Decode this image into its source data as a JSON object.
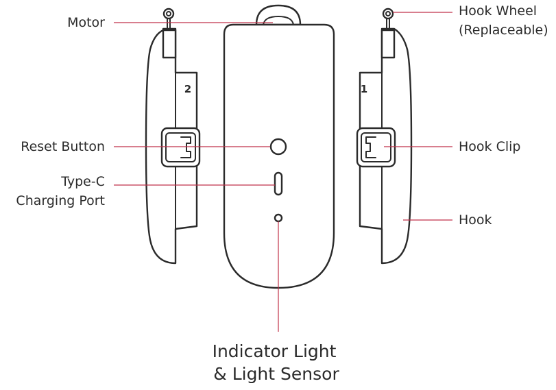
{
  "labels": {
    "motor": "Motor",
    "reset_button": "Reset Button",
    "type_c_line1": "Type-C",
    "type_c_line2": "Charging Port",
    "hook_wheel_line1": "Hook Wheel",
    "hook_wheel_line2": "(Replaceable)",
    "hook_clip": "Hook Clip",
    "hook": "Hook",
    "indicator_line1": "Indicator Light",
    "indicator_line2": "& Light Sensor"
  },
  "hook_numbers": {
    "left": "2",
    "right": "1"
  },
  "colors": {
    "outline": "#2b2b2b",
    "leader_line": "#c0324a",
    "text": "#2b2b2b"
  }
}
